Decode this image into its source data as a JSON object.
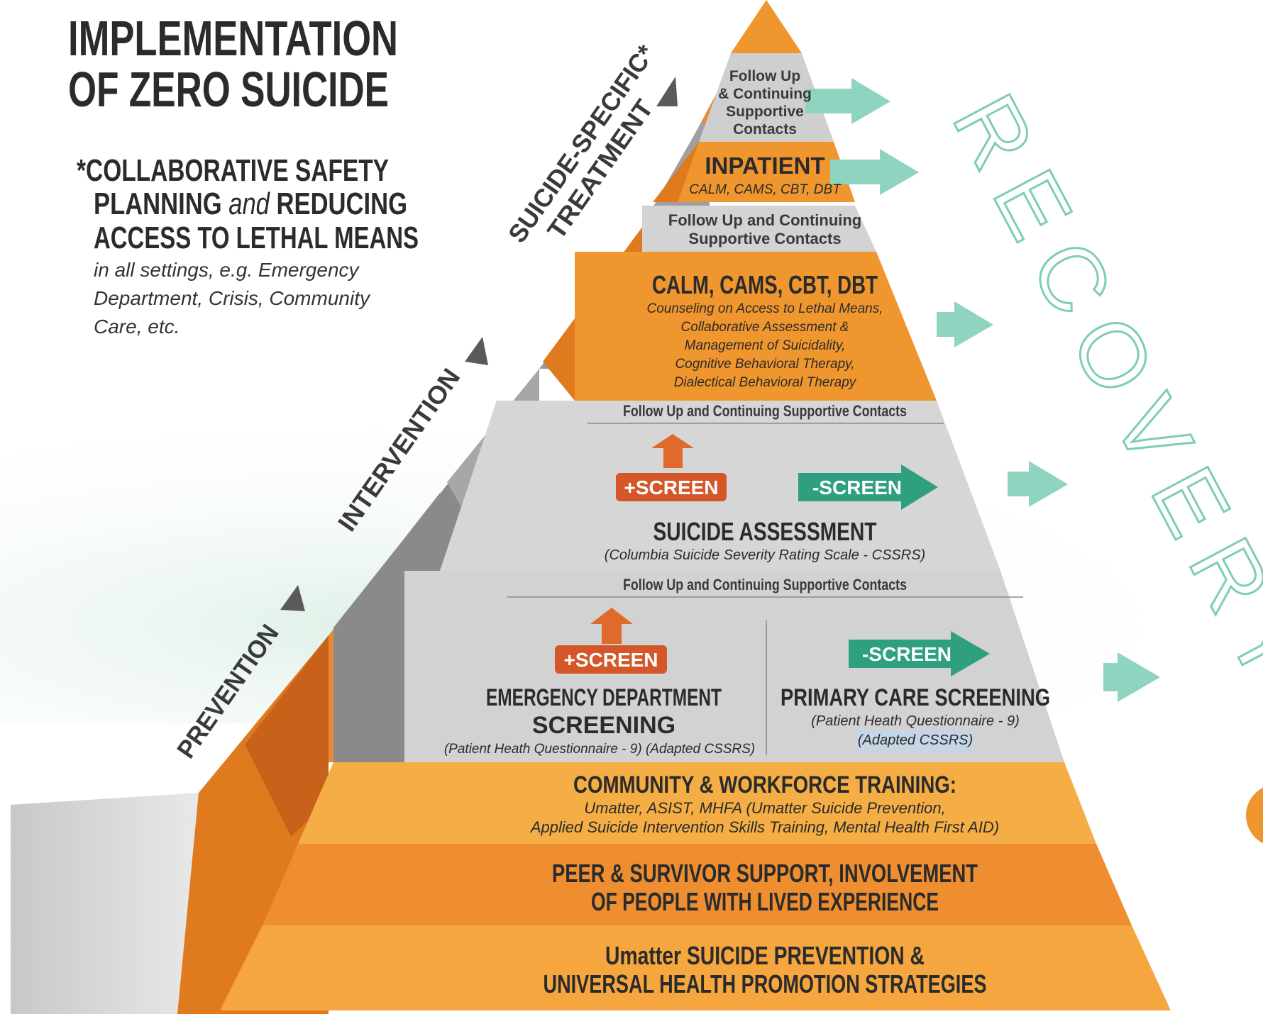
{
  "title": {
    "line1": "IMPLEMENTATION",
    "line2": "OF ZERO SUICIDE"
  },
  "note": {
    "line1": "*COLLABORATIVE SAFETY",
    "line2_pre": "PLANNING ",
    "line2_and": "and",
    "line2_post": " REDUCING",
    "line3": "ACCESS TO LETHAL MEANS",
    "sub1": "in all settings, e.g. Emergency",
    "sub2": "Department, Crisis, Community",
    "sub3": "Care, etc."
  },
  "side_labels": {
    "prevention": "PREVENTION",
    "intervention": "INTERVENTION",
    "treatment_line1": "SUICIDE-SPECIFIC*",
    "treatment_line2": "TREATMENT"
  },
  "recovery": "RECOVERY",
  "tiers": {
    "top_followup": [
      "Follow Up",
      "& Continuing",
      "Supportive",
      "Contacts"
    ],
    "inpatient": {
      "title": "INPATIENT",
      "sub": "CALM, CAMS, CBT, DBT"
    },
    "followup_2": [
      "Follow Up and Continuing",
      "Supportive Contacts"
    ],
    "calm": {
      "title": "CALM, CAMS, CBT, DBT",
      "lines": [
        "Counseling on Access to Lethal Means,",
        "Collaborative Assessment &",
        "Management of Suicidality,",
        "Cognitive Behavioral Therapy,",
        "Dialectical Behavioral Therapy"
      ]
    },
    "followup_3": "Follow Up and Continuing Supportive Contacts",
    "assessment": {
      "plus": "+SCREEN",
      "minus": "-SCREEN",
      "title": "SUICIDE ASSESSMENT",
      "sub": "(Columbia Suicide Severity Rating Scale - CSSRS)"
    },
    "followup_4": "Follow Up and Continuing Supportive Contacts",
    "ed": {
      "plus": "+SCREEN",
      "title1": "EMERGENCY DEPARTMENT",
      "title2": "SCREENING",
      "sub": "(Patient Heath Questionnaire - 9) (Adapted CSSRS)"
    },
    "primary": {
      "minus": "-SCREEN",
      "title": "PRIMARY CARE SCREENING",
      "sub1": "(Patient Heath Questionnaire - 9)",
      "sub2": "(Adapted CSSRS)"
    },
    "community": {
      "title": "COMMUNITY & WORKFORCE TRAINING:",
      "sub1": "Umatter, ASIST, MHFA (Umatter Suicide Prevention,",
      "sub2": "Applied Suicide Intervention Skills Training, Mental Health First AID)"
    },
    "peer": {
      "line1": "PEER & SURVIVOR SUPPORT, INVOLVEMENT",
      "line2": "OF PEOPLE WITH LIVED EXPERIENCE"
    },
    "umatter": {
      "line1": "Umatter SUICIDE PREVENTION &",
      "line2": "UNIVERSAL HEALTH PROMOTION STRATEGIES"
    }
  },
  "colors": {
    "orange": "#F0962E",
    "orange_light": "#F5AD45",
    "orange_dark": "#E07A1E",
    "orange_deep": "#C8621A",
    "gray_light": "#D6D6D6",
    "gray_mid": "#A9A9A9",
    "gray_dark": "#7E7E7E",
    "teal": "#3FAF92",
    "teal_arrow": "#8ED4C0",
    "red_badge": "#D4572A",
    "text_dark": "#2b2b2b"
  }
}
